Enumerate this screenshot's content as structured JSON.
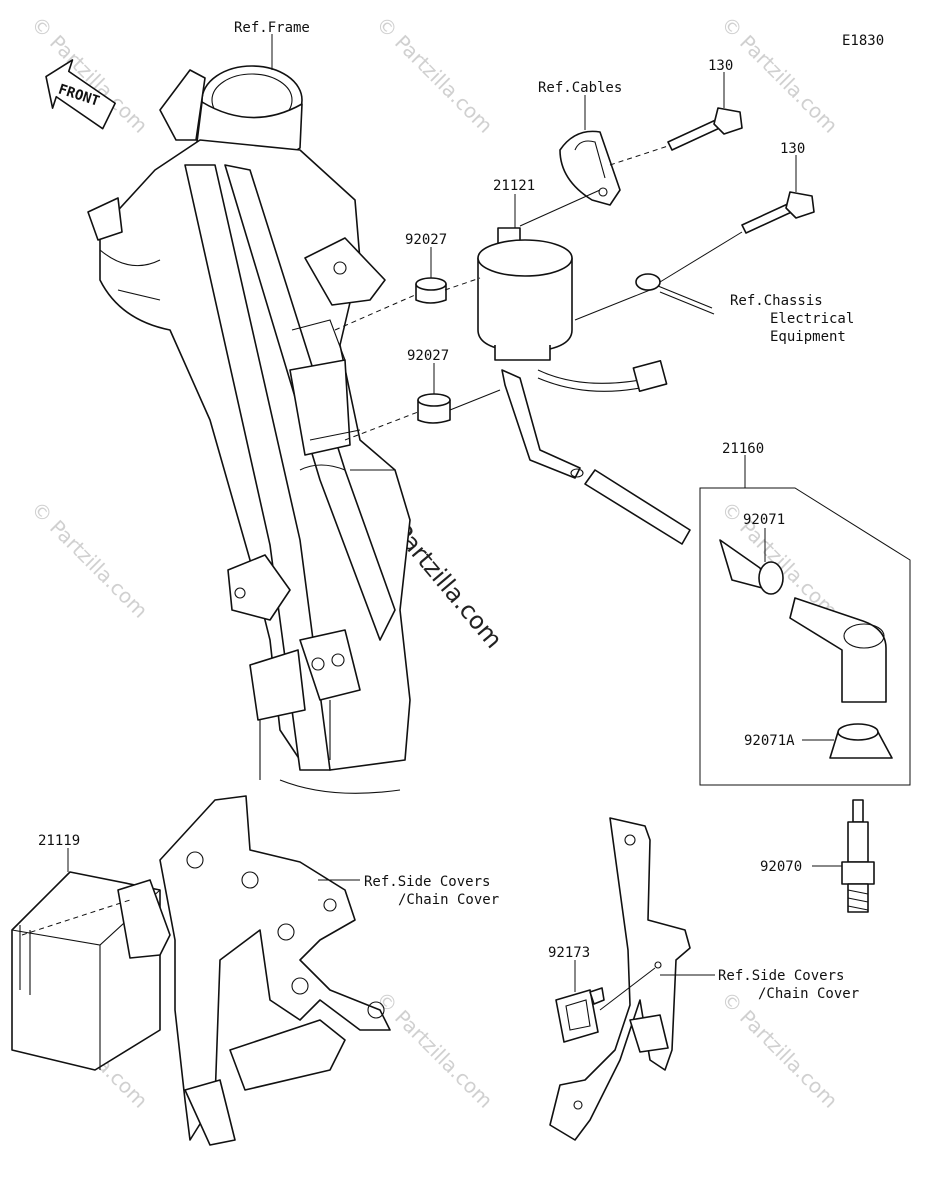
{
  "diagram_code": "E1830",
  "front_label": "FRONT",
  "watermark": "© Partzilla.com",
  "labels": {
    "ref_frame": "Ref.Frame",
    "ref_cables": "Ref.Cables",
    "p130a": "130",
    "p130b": "130",
    "p21121": "21121",
    "p92027a": "92027",
    "p92027b": "92027",
    "ref_chassis_1": "Ref.Chassis",
    "ref_chassis_2": "Electrical",
    "ref_chassis_3": "Equipment",
    "p21160": "21160",
    "p92071": "92071",
    "p92071a": "92071A",
    "p92070": "92070",
    "p21119": "21119",
    "ref_side_1a": "Ref.Side Covers",
    "ref_side_1b": "/Chain Cover",
    "p92173": "92173",
    "ref_side_2a": "Ref.Side Covers",
    "ref_side_2b": "/Chain Cover"
  }
}
